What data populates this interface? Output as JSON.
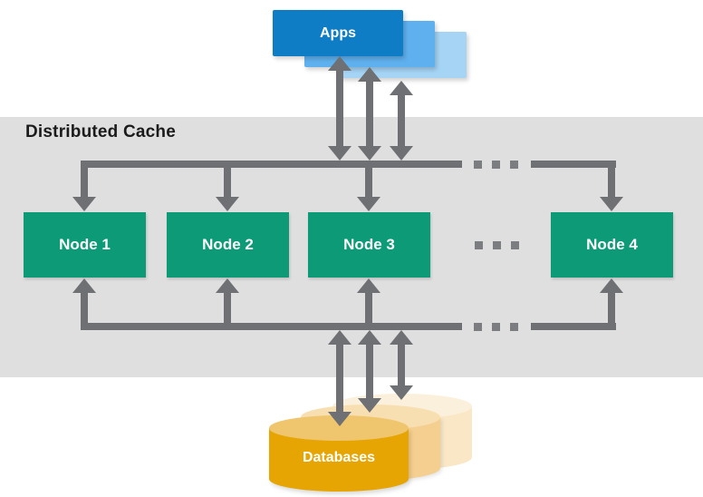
{
  "band": {
    "title": "Distributed Cache"
  },
  "apps": {
    "label": "Apps"
  },
  "nodes": [
    {
      "label": "Node 1"
    },
    {
      "label": "Node 2"
    },
    {
      "label": "Node 3"
    },
    {
      "label": "Node 4"
    }
  ],
  "databases": {
    "label": "Databases"
  },
  "colors": {
    "c-band": "#dfdfdf",
    "c-title": "#1b1b1b",
    "c-arrow": "#6e7073",
    "c-dot": "#7b7d80",
    "c-node": "#0d9b77",
    "c-app-front": "#0e7dc6",
    "c-app-mid": "#5fb0ee",
    "c-app-back": "#a5d4f5",
    "c-db-front": "#e6a503",
    "c-db-front-top": "#efc56d",
    "c-db-mid": "#f4cf90",
    "c-db-mid-top": "#f8dfb1",
    "c-db-back": "#f9e7c6",
    "c-db-back-top": "#fbf0db"
  }
}
